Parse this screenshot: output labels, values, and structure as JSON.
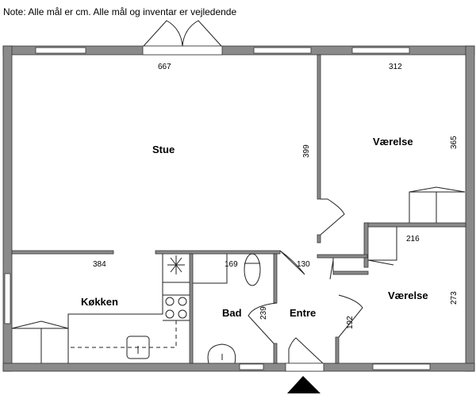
{
  "note": "Note: Alle mål er cm. Alle mål og inventar er vejledende",
  "rooms": [
    {
      "name": "Stue",
      "dimension": "667",
      "dimension2": "399"
    },
    {
      "name": "Værelse",
      "dimension": "312",
      "dimension2": "365"
    },
    {
      "name": "Køkken",
      "dimension": "384"
    },
    {
      "name": "Bad",
      "dimension": "169",
      "dimension2": "239"
    },
    {
      "name": "Entre",
      "dimension": "130",
      "dimension2": "192"
    },
    {
      "name": "Værelse",
      "dimension": "216",
      "dimension2": "273"
    }
  ],
  "colors": {
    "wall": "#8a8a8a",
    "line": "#222222"
  }
}
